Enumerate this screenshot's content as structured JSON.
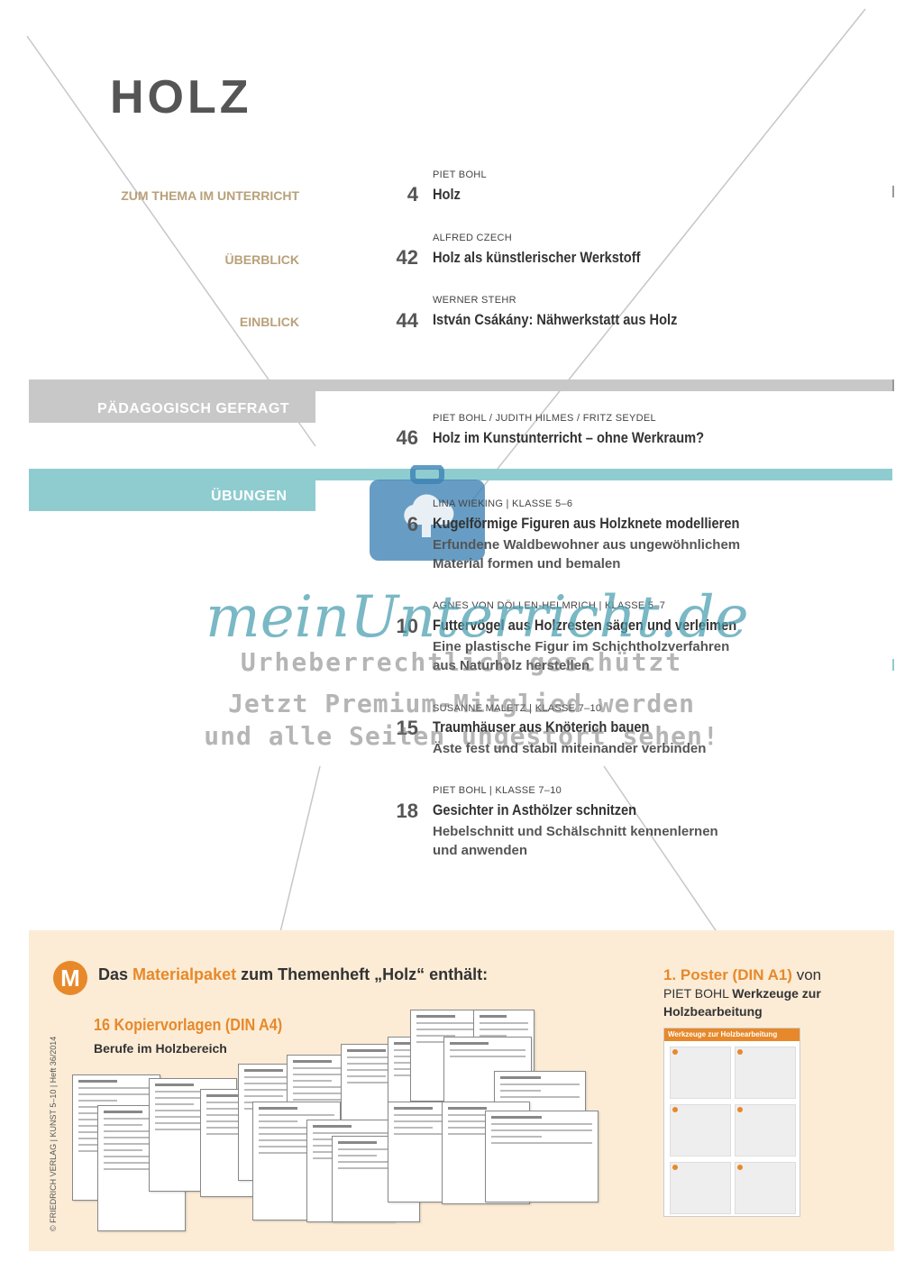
{
  "header": {
    "title": "HOLZ"
  },
  "sections": {
    "zum_thema": "ZUM THEMA IM UNTERRICHT",
    "ueberblick": "ÜBERBLICK",
    "einblick": "EINBLICK",
    "paedagogisch": "PÄDAGOGISCH GEFRAGT",
    "uebungen": "ÜBUNGEN"
  },
  "entries": [
    {
      "author": "PIET BOHL",
      "page": "4",
      "title": "Holz"
    },
    {
      "author": "ALFRED CZECH",
      "page": "42",
      "title": "Holz als künstlerischer Werkstoff"
    },
    {
      "author": "WERNER STEHR",
      "page": "44",
      "title": "István Csákány: Nähwerkstatt aus Holz"
    },
    {
      "author": "PIET BOHL / JUDITH HILMES / FRITZ SEYDEL",
      "page": "46",
      "title": "Holz im Kunstunterricht – ohne Werkraum?"
    },
    {
      "author": "LINA WIEKING | KLASSE 5–6",
      "page": "6",
      "title": "Kugelförmige Figuren aus Holzknete modellieren",
      "sub1": "Erfundene Waldbewohner aus ungewöhnlichem",
      "sub2": "Material formen und bemalen"
    },
    {
      "author": "AGNES VON DÖLLEN-HELMRICH | KLASSE 5–7",
      "page": "10",
      "title": "Futtervögel aus Holzresten sägen und verleimen",
      "sub1": "Eine plastische Figur im Schichtholzverfahren",
      "sub2": "aus Naturholz herstellen"
    },
    {
      "author": "SUSANNE MALETZ | KLASSE 7–10",
      "page": "15",
      "title": "Traumhäuser aus Knöterich bauen",
      "sub1": "Äste fest und stabil miteinander verbinden"
    },
    {
      "author": "PIET BOHL | KLASSE 7–10",
      "page": "18",
      "title": "Gesichter in Asthölzer schnitzen",
      "sub1": "Hebelschnitt und Schälschnitt kennenlernen",
      "sub2": "und anwenden"
    }
  ],
  "material": {
    "icon_letter": "M",
    "head_pre": "Das ",
    "head_accent": "Materialpaket",
    "head_post": " zum Themenheft „Holz“ enthält:",
    "kv_title": "16 Kopiervorlagen (DIN A4)",
    "kv_sub": "Berufe im Holzbereich",
    "poster_title": "1. Poster (DIN A1)",
    "poster_von": " von",
    "poster_author": "PIET BOHL",
    "poster_desc_1": "Werkzeuge zur",
    "poster_desc_2": "Holzbearbeitung",
    "poster_header": "Werkzeuge zur Holzbearbeitung"
  },
  "sidebar": {
    "imprint": "© FRIEDRICH VERLAG | KUNST 5–10 | Heft 36/2014"
  },
  "watermark": {
    "brand": "meinUnterricht.de",
    "line1": "Urheberrechtlich geschützt",
    "line2": "Jetzt Premium-Mitglied werden",
    "line3": "und alle Seiten ungestört sehen!"
  },
  "colors": {
    "accent_orange": "#e7892a",
    "teal": "#8ecccf",
    "section_gold": "#b8a17a",
    "material_bg": "#fcecd6"
  }
}
